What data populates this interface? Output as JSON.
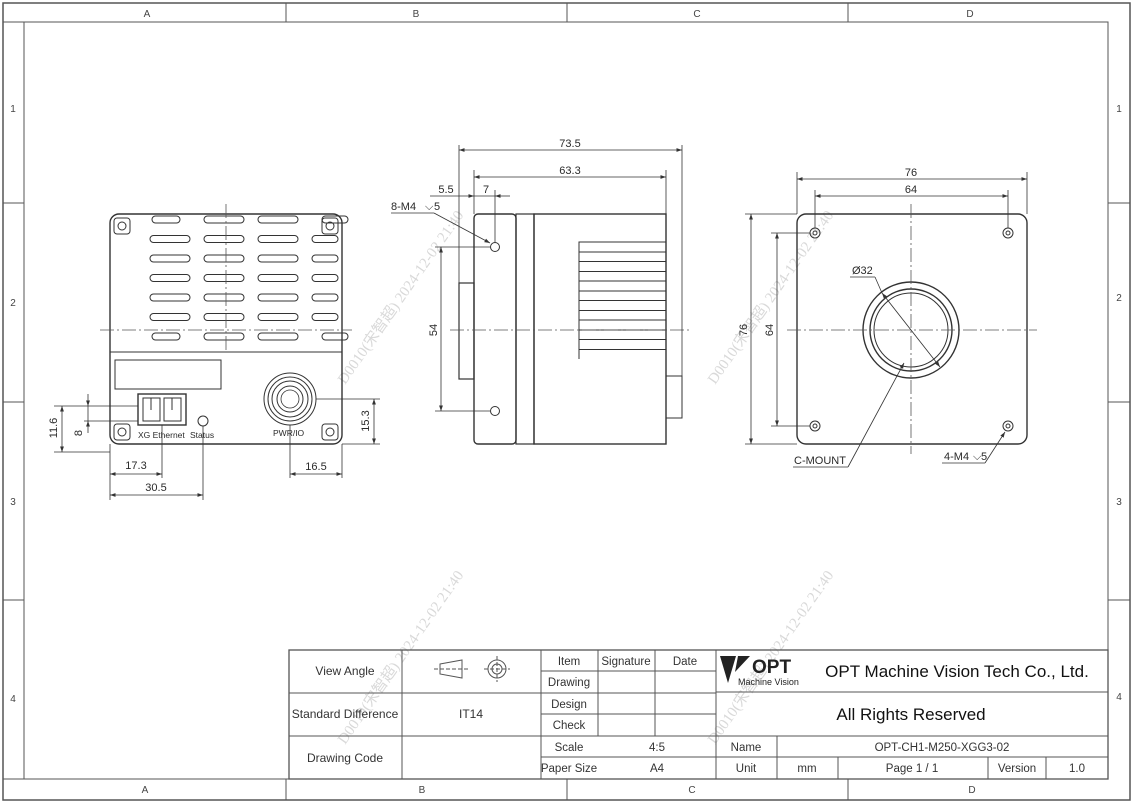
{
  "zones": {
    "columns": [
      "A",
      "B",
      "C",
      "D"
    ],
    "rows": [
      "1",
      "2",
      "3",
      "4"
    ]
  },
  "front_view": {
    "connector_label": "XG Ethernet",
    "status_label": "Status",
    "pwr_label": "PWR/IO",
    "dims": {
      "d116": "11.6",
      "d8": "8",
      "d173": "17.3",
      "d305": "30.5",
      "d165": "16.5",
      "d153": "15.3"
    }
  },
  "side_view": {
    "dims": {
      "d735": "73.5",
      "d633": "63.3",
      "d55": "5.5",
      "d7": "7",
      "d54": "54",
      "hole": "8-M4",
      "hole_depth": "5"
    }
  },
  "rear_view": {
    "dims": {
      "d76w": "76",
      "d64w": "64",
      "d76h": "76",
      "d64h": "64",
      "dia": "Ø32",
      "hole": "4-M4",
      "hole_depth": "5"
    },
    "mount_label": "C-MOUNT"
  },
  "watermark": "D0010(宋智超) 2024-12-02 21:40",
  "title_block": {
    "view_angle": "View Angle",
    "standard_difference": "Standard Difference",
    "tolerance": "IT14",
    "drawing_code": "Drawing Code",
    "item": "Item",
    "signature": "Signature",
    "date": "Date",
    "drawing": "Drawing",
    "design": "Design",
    "check": "Check",
    "scale": "Scale",
    "scale_value": "4:5",
    "paper_size": "Paper Size",
    "paper_value": "A4",
    "logo_text": "OPT",
    "logo_sub": "Machine Vision",
    "company": "OPT Machine Vision Tech Co., Ltd.",
    "rights": "All Rights Reserved",
    "name": "Name",
    "name_value": "OPT-CH1-M250-XGG3-02",
    "unit": "Unit",
    "unit_value": "mm",
    "page": "Page  1 / 1",
    "version": "Version",
    "version_value": "1.0"
  }
}
